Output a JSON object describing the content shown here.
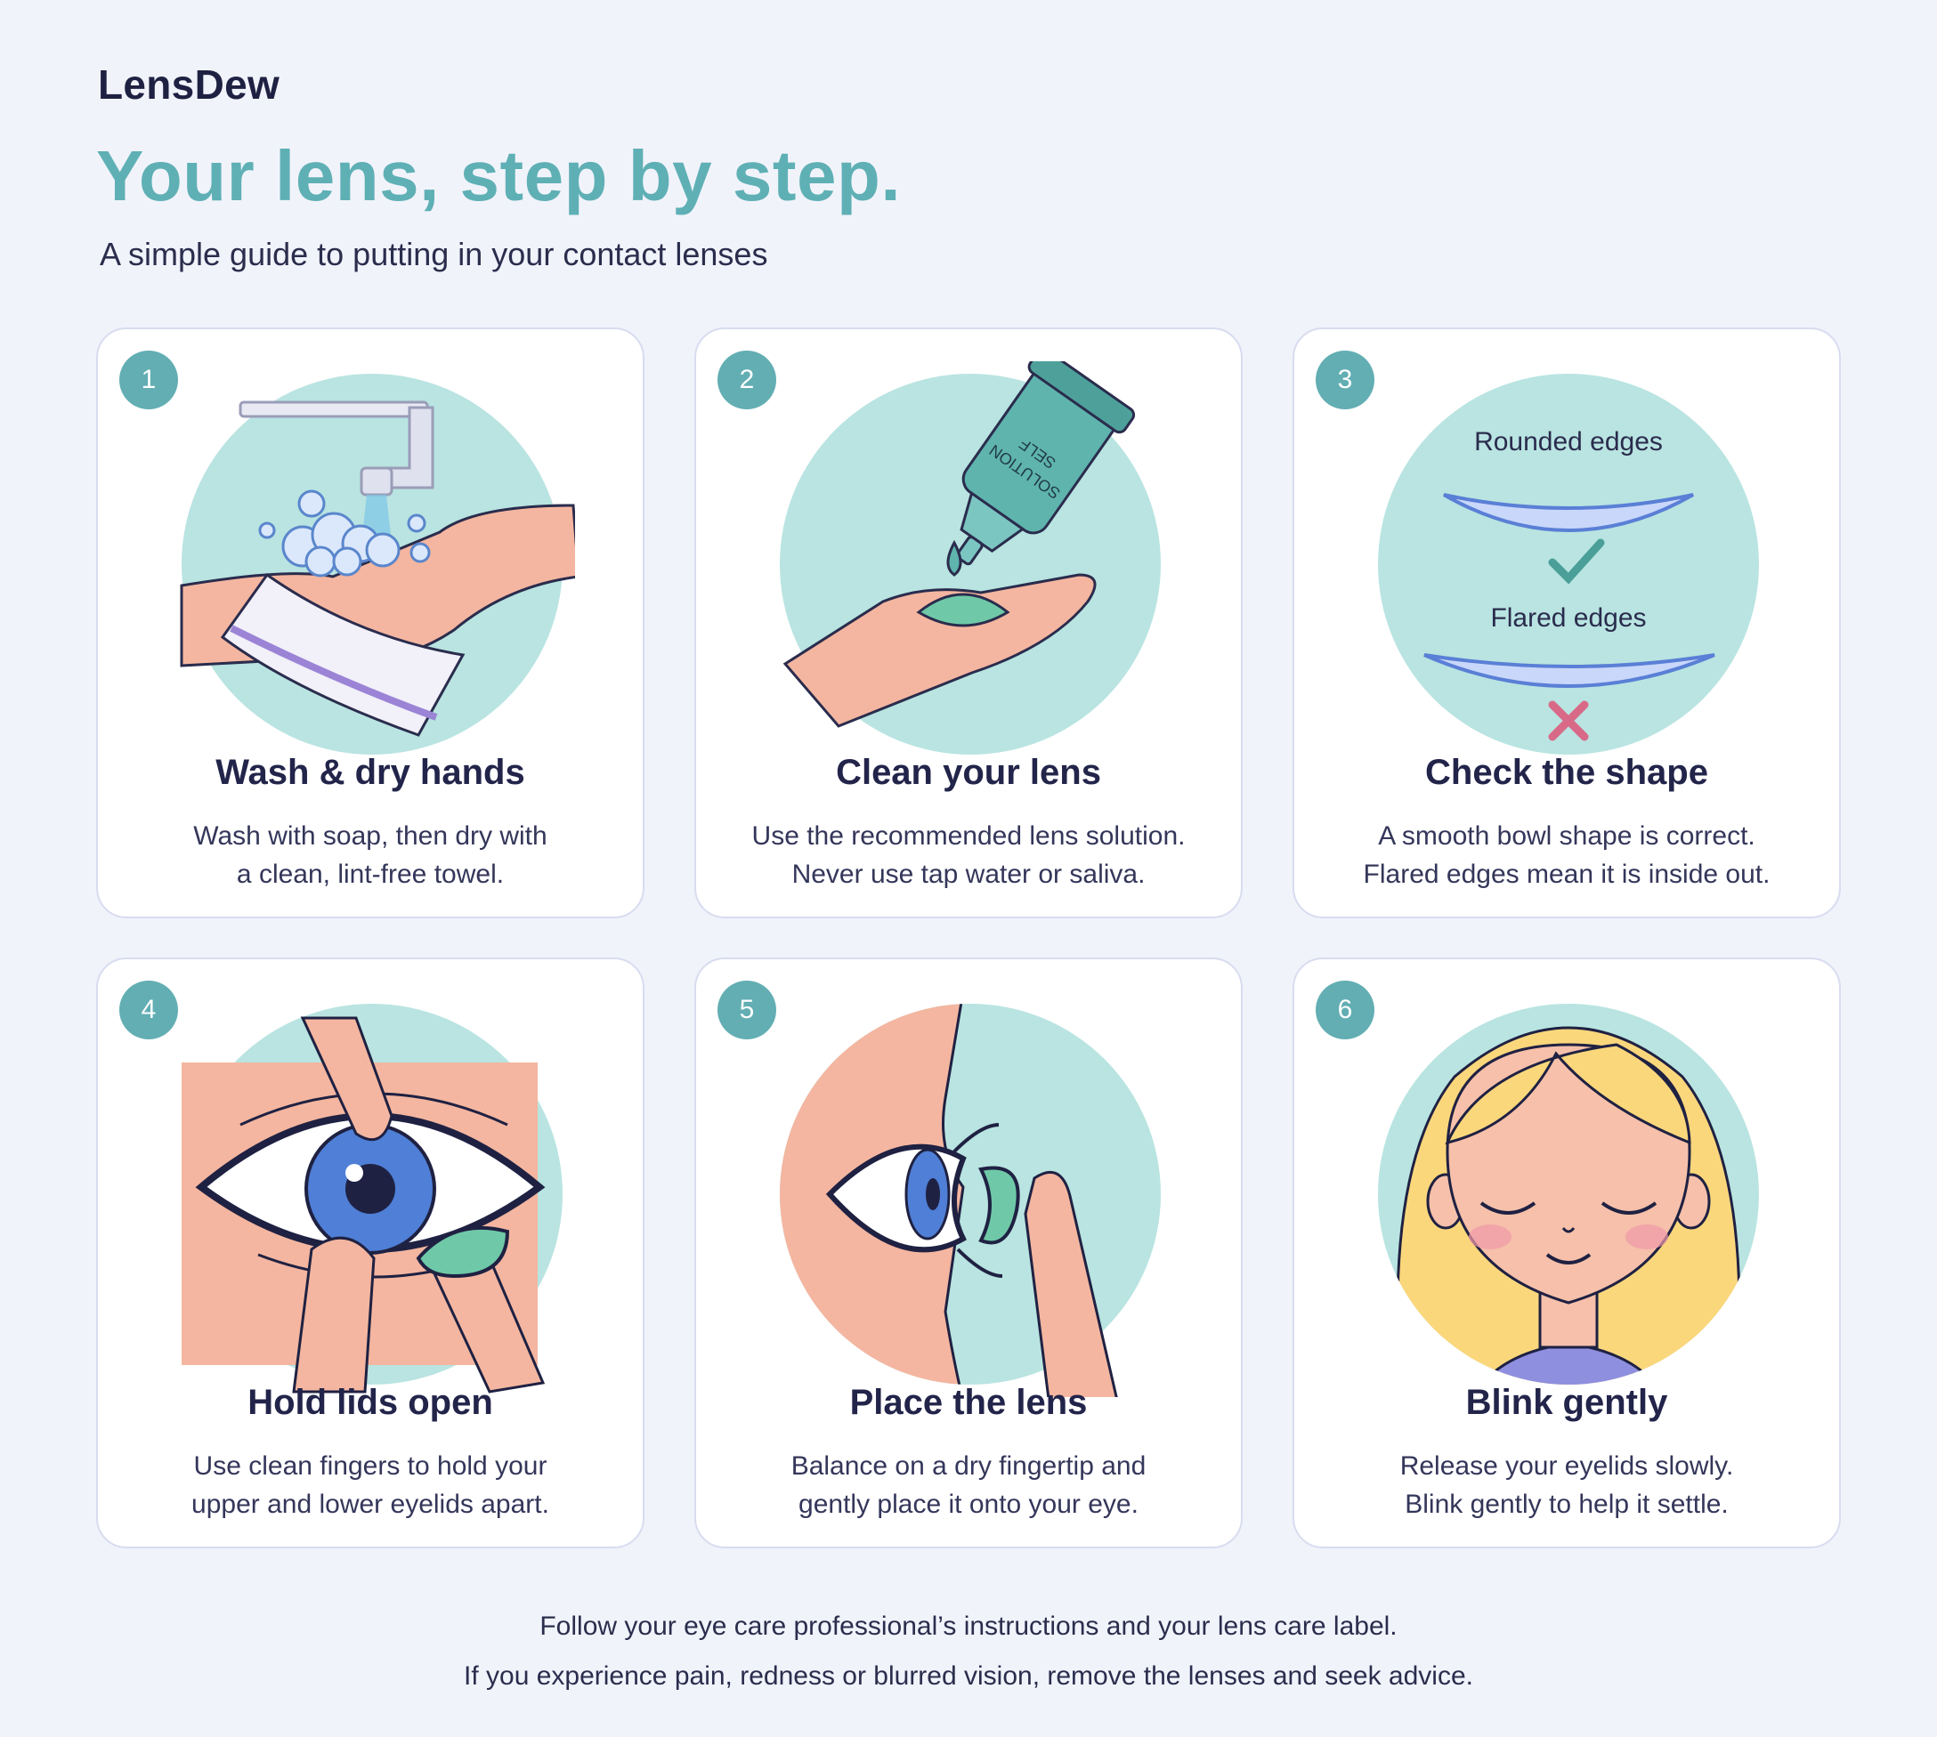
{
  "brand": "LensDew",
  "header": {
    "title": "Your lens, step by step.",
    "subtitle": "A simple guide to putting in your contact lenses"
  },
  "steps": [
    {
      "number": "1",
      "title": "Wash & dry hands",
      "line1": "Wash with soap, then dry with",
      "line2": "a clean, lint-free towel.",
      "icon": "handwash-icon"
    },
    {
      "number": "2",
      "title": "Clean your lens",
      "line1": "Use the recommended lens solution.",
      "line2": "Never use tap water or saliva.",
      "icon": "solution-bottle-icon",
      "bottle_label_1": "SELF",
      "bottle_label_2": "SOLUTION"
    },
    {
      "number": "3",
      "title": "Check the shape",
      "line1": "A smooth bowl shape is correct.",
      "line2": "Flared edges mean it is inside out.",
      "icon": "lens-shape-icon",
      "label_correct": "Rounded edges",
      "label_wrong": "Flared edges"
    },
    {
      "number": "4",
      "title": "Hold lids open",
      "line1": "Use clean fingers to hold your",
      "line2": "upper and lower eyelids apart.",
      "icon": "eye-lids-icon"
    },
    {
      "number": "5",
      "title": "Place the lens",
      "line1": "Balance on a dry fingertip and",
      "line2": "gently place it onto your eye.",
      "icon": "place-lens-icon"
    },
    {
      "number": "6",
      "title": "Blink gently",
      "line1": "Release your eyelids slowly.",
      "line2": "Blink gently to help it settle.",
      "icon": "blink-face-icon"
    }
  ],
  "footer": {
    "line1": "Follow your eye care professional’s instructions and your lens care label.",
    "line2": "If you experience pain, redness or blurred vision, remove the lenses and seek advice."
  },
  "colors": {
    "accent": "#62aeb3",
    "circle": "#b9e4e1",
    "skin": "#f4b6a0",
    "lens": "#6fc9a8",
    "iris": "#4f7fd6"
  }
}
